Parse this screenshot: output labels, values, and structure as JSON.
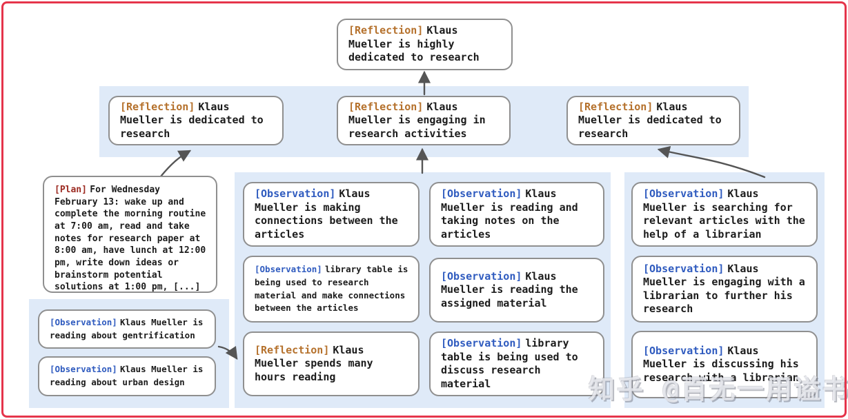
{
  "colors": {
    "reflection": "#b5712c",
    "observation": "#2f5bbf",
    "plan": "#9c2a21",
    "band": "#dfeaf8",
    "box_border": "#8f8f8f",
    "arrow": "#555555",
    "frame": "#e5344a"
  },
  "nodes": {
    "root": {
      "tag": "[Reflection]",
      "text": "Klaus Mueller is highly dedicated to research"
    },
    "reflections": [
      {
        "tag": "[Reflection]",
        "text": "Klaus Mueller is dedicated to research"
      },
      {
        "tag": "[Reflection]",
        "text": "Klaus Mueller is engaging in research activities"
      },
      {
        "tag": "[Reflection]",
        "text": "Klaus Mueller is dedicated to research"
      }
    ],
    "plan": {
      "tag": "[Plan]",
      "text": "For Wednesday February 13: wake up and complete the morning routine at 7:00 am, read and take notes for research paper at 8:00 am, have lunch at 12:00 pm, write down ideas or brainstorm potential solutions at 1:00 pm, [...]"
    },
    "left_observations": [
      {
        "tag": "[Observation]",
        "text": "Klaus Mueller is reading about gentrification"
      },
      {
        "tag": "[Observation]",
        "text": "Klaus Mueller is reading about urban design"
      }
    ],
    "middle_col1": [
      {
        "tag": "[Observation]",
        "text": "Klaus Mueller is making connections between the articles"
      },
      {
        "tag": "[Observation]",
        "text": "library table is being used to research material and make connections between the articles"
      },
      {
        "tag": "[Reflection]",
        "text": "Klaus Mueller spends many hours reading"
      }
    ],
    "middle_col2": [
      {
        "tag": "[Observation]",
        "text": "Klaus Mueller is reading and taking notes on the articles"
      },
      {
        "tag": "[Observation]",
        "text": "Klaus Mueller is reading the assigned material"
      },
      {
        "tag": "[Observation]",
        "text": "library table is being used to discuss research material"
      }
    ],
    "right_col": [
      {
        "tag": "[Observation]",
        "text": "Klaus Mueller is searching for relevant articles with the help of a librarian"
      },
      {
        "tag": "[Observation]",
        "text": "Klaus Mueller is engaging with a librarian to further his research"
      },
      {
        "tag": "[Observation]",
        "text": "Klaus Mueller is discussing his research with a librarian"
      }
    ]
  },
  "watermark": "知乎 @百无一用谥书生"
}
